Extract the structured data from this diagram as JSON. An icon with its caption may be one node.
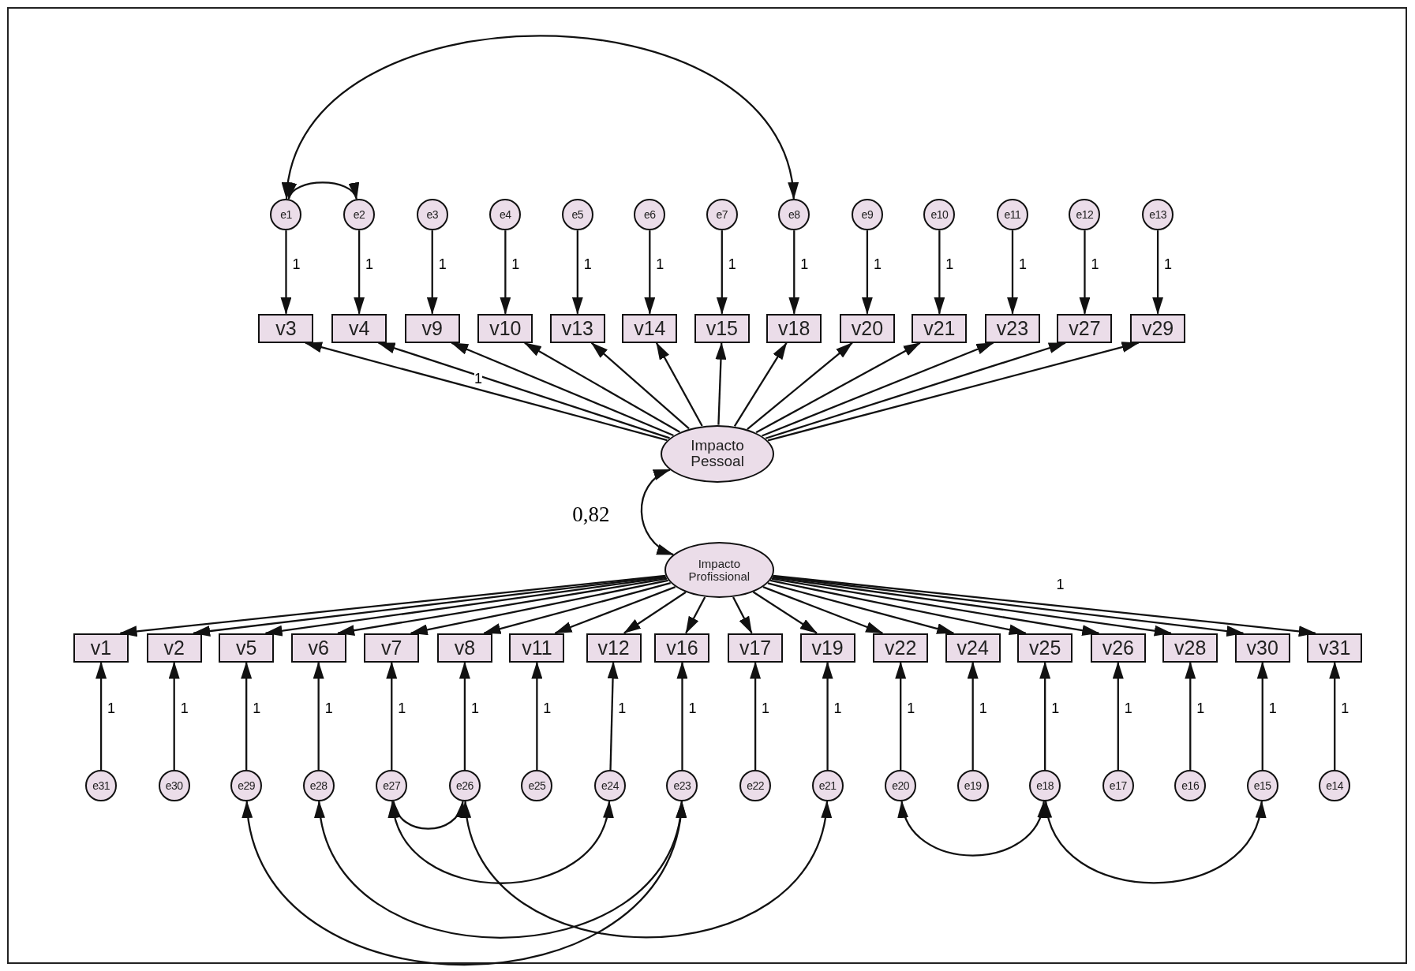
{
  "diagram": {
    "nodes": [
      {
        "text": [
          "e1"
        ]
      },
      {
        "text": [
          "e2"
        ]
      },
      {
        "text": [
          "e3"
        ]
      },
      {
        "text": [
          "e4"
        ]
      },
      {
        "text": [
          "e5"
        ]
      },
      {
        "text": [
          "e6"
        ]
      },
      {
        "text": [
          "e7"
        ]
      },
      {
        "text": [
          "e8"
        ]
      },
      {
        "text": [
          "e9"
        ]
      },
      {
        "text": [
          "e10"
        ]
      },
      {
        "text": [
          "e11"
        ]
      },
      {
        "text": [
          "e12"
        ]
      },
      {
        "text": [
          "e13"
        ]
      },
      {
        "text": [
          "v3"
        ]
      },
      {
        "text": [
          "v4"
        ]
      },
      {
        "text": [
          "v9"
        ]
      },
      {
        "text": [
          "v10"
        ]
      },
      {
        "text": [
          "v13"
        ]
      },
      {
        "text": [
          "v14"
        ]
      },
      {
        "text": [
          "v15"
        ]
      },
      {
        "text": [
          "v18"
        ]
      },
      {
        "text": [
          "v20"
        ]
      },
      {
        "text": [
          "v21"
        ]
      },
      {
        "text": [
          "v23"
        ]
      },
      {
        "text": [
          "v27"
        ]
      },
      {
        "text": [
          "v29"
        ]
      },
      {
        "text": [
          "Impacto Pessoal"
        ]
      },
      {
        "text": [
          "Impacto Profissional"
        ]
      },
      {
        "text": [
          "v1"
        ]
      },
      {
        "text": [
          "v2"
        ]
      },
      {
        "text": [
          "v5"
        ]
      },
      {
        "text": [
          "v6"
        ]
      },
      {
        "text": [
          "v7"
        ]
      },
      {
        "text": [
          "v8"
        ]
      },
      {
        "text": [
          "v11"
        ]
      },
      {
        "text": [
          "v12"
        ]
      },
      {
        "text": [
          "v16"
        ]
      },
      {
        "text": [
          "v17"
        ]
      },
      {
        "text": [
          "v19"
        ]
      },
      {
        "text": [
          "v22"
        ]
      },
      {
        "text": [
          "v24"
        ]
      },
      {
        "text": [
          "v25"
        ]
      },
      {
        "text": [
          "v26"
        ]
      },
      {
        "text": [
          "v28"
        ]
      },
      {
        "text": [
          "v30"
        ]
      },
      {
        "text": [
          "v31"
        ]
      },
      {
        "text": [
          "e31"
        ]
      },
      {
        "text": [
          "e30"
        ]
      },
      {
        "text": [
          "e29"
        ]
      },
      {
        "text": [
          "e28"
        ]
      },
      {
        "text": [
          "e27"
        ]
      },
      {
        "text": [
          "e26"
        ]
      },
      {
        "text": [
          "e25"
        ]
      },
      {
        "text": [
          "e24"
        ]
      },
      {
        "text": [
          "e23"
        ]
      },
      {
        "text": [
          "e22"
        ]
      },
      {
        "text": [
          "e21"
        ]
      },
      {
        "text": [
          "e20"
        ]
      },
      {
        "text": [
          "e19"
        ]
      },
      {
        "text": [
          "e18"
        ]
      },
      {
        "text": [
          "e17"
        ]
      },
      {
        "text": [
          "e16"
        ]
      },
      {
        "text": [
          "e15"
        ]
      },
      {
        "text": [
          "e14"
        ]
      }
    ],
    "edges": [
      {
        "from": 0,
        "to": 1,
        "arrow": "both"
      },
      {
        "from": 0,
        "to": 7,
        "arrow": "both"
      },
      {
        "from": 0,
        "to": 13,
        "arrow": "to",
        "label": "1"
      },
      {
        "from": 1,
        "to": 14,
        "arrow": "to",
        "label": "1"
      },
      {
        "from": 2,
        "to": 15,
        "arrow": "to",
        "label": "1"
      },
      {
        "from": 3,
        "to": 16,
        "arrow": "to",
        "label": "1"
      },
      {
        "from": 4,
        "to": 17,
        "arrow": "to",
        "label": "1"
      },
      {
        "from": 5,
        "to": 18,
        "arrow": "to",
        "label": "1"
      },
      {
        "from": 6,
        "to": 19,
        "arrow": "to",
        "label": "1"
      },
      {
        "from": 7,
        "to": 20,
        "arrow": "to",
        "label": "1"
      },
      {
        "from": 8,
        "to": 21,
        "arrow": "to",
        "label": "1"
      },
      {
        "from": 9,
        "to": 22,
        "arrow": "to",
        "label": "1"
      },
      {
        "from": 10,
        "to": 23,
        "arrow": "to",
        "label": "1"
      },
      {
        "from": 11,
        "to": 24,
        "arrow": "to",
        "label": "1"
      },
      {
        "from": 12,
        "to": 25,
        "arrow": "to",
        "label": "1"
      },
      {
        "from": 26,
        "to": 13,
        "arrow": "to"
      },
      {
        "from": 26,
        "to": 14,
        "arrow": "to"
      },
      {
        "from": 26,
        "to": 15,
        "arrow": "to",
        "label": "1"
      },
      {
        "from": 26,
        "to": 16,
        "arrow": "to"
      },
      {
        "from": 26,
        "to": 17,
        "arrow": "to"
      },
      {
        "from": 26,
        "to": 18,
        "arrow": "to"
      },
      {
        "from": 26,
        "to": 19,
        "arrow": "to"
      },
      {
        "from": 26,
        "to": 20,
        "arrow": "to"
      },
      {
        "from": 26,
        "to": 21,
        "arrow": "to"
      },
      {
        "from": 26,
        "to": 22,
        "arrow": "to"
      },
      {
        "from": 26,
        "to": 23,
        "arrow": "to"
      },
      {
        "from": 26,
        "to": 24,
        "arrow": "to"
      },
      {
        "from": 26,
        "to": 25,
        "arrow": "to"
      },
      {
        "from": 26,
        "to": 27,
        "arrow": "both",
        "label": "0,82"
      },
      {
        "from": 27,
        "to": 28,
        "arrow": "to"
      },
      {
        "from": 27,
        "to": 29,
        "arrow": "to"
      },
      {
        "from": 27,
        "to": 30,
        "arrow": "to"
      },
      {
        "from": 27,
        "to": 31,
        "arrow": "to"
      },
      {
        "from": 27,
        "to": 32,
        "arrow": "to"
      },
      {
        "from": 27,
        "to": 33,
        "arrow": "to"
      },
      {
        "from": 27,
        "to": 34,
        "arrow": "to"
      },
      {
        "from": 27,
        "to": 35,
        "arrow": "to"
      },
      {
        "from": 27,
        "to": 36,
        "arrow": "to"
      },
      {
        "from": 27,
        "to": 37,
        "arrow": "to"
      },
      {
        "from": 27,
        "to": 38,
        "arrow": "to"
      },
      {
        "from": 27,
        "to": 39,
        "arrow": "to"
      },
      {
        "from": 27,
        "to": 40,
        "arrow": "to"
      },
      {
        "from": 27,
        "to": 41,
        "arrow": "to"
      },
      {
        "from": 27,
        "to": 42,
        "arrow": "to"
      },
      {
        "from": 27,
        "to": 43,
        "arrow": "to"
      },
      {
        "from": 27,
        "to": 44,
        "arrow": "to"
      },
      {
        "from": 27,
        "to": 45,
        "arrow": "to",
        "label": "1"
      },
      {
        "from": 46,
        "to": 28,
        "arrow": "to",
        "label": "1"
      },
      {
        "from": 47,
        "to": 29,
        "arrow": "to",
        "label": "1"
      },
      {
        "from": 48,
        "to": 30,
        "arrow": "to",
        "label": "1"
      },
      {
        "from": 49,
        "to": 31,
        "arrow": "to",
        "label": "1"
      },
      {
        "from": 50,
        "to": 32,
        "arrow": "to",
        "label": "1"
      },
      {
        "from": 51,
        "to": 33,
        "arrow": "to",
        "label": "1"
      },
      {
        "from": 52,
        "to": 34,
        "arrow": "to",
        "label": "1"
      },
      {
        "from": 53,
        "to": 35,
        "arrow": "to",
        "label": "1"
      },
      {
        "from": 54,
        "to": 36,
        "arrow": "to",
        "label": "1"
      },
      {
        "from": 55,
        "to": 37,
        "arrow": "to",
        "label": "1"
      },
      {
        "from": 56,
        "to": 38,
        "arrow": "to",
        "label": "1"
      },
      {
        "from": 57,
        "to": 39,
        "arrow": "to",
        "label": "1"
      },
      {
        "from": 58,
        "to": 40,
        "arrow": "to",
        "label": "1"
      },
      {
        "from": 59,
        "to": 41,
        "arrow": "to",
        "label": "1"
      },
      {
        "from": 60,
        "to": 42,
        "arrow": "to",
        "label": "1"
      },
      {
        "from": 61,
        "to": 43,
        "arrow": "to",
        "label": "1"
      },
      {
        "from": 62,
        "to": 44,
        "arrow": "to",
        "label": "1"
      },
      {
        "from": 63,
        "to": 45,
        "arrow": "to",
        "label": "1"
      },
      {
        "from": 48,
        "to": 54,
        "arrow": "both"
      },
      {
        "from": 49,
        "to": 54,
        "arrow": "both"
      },
      {
        "from": 50,
        "to": 51,
        "arrow": "both"
      },
      {
        "from": 50,
        "to": 53,
        "arrow": "both"
      },
      {
        "from": 51,
        "to": 56,
        "arrow": "both"
      },
      {
        "from": 57,
        "to": 59,
        "arrow": "both"
      },
      {
        "from": 59,
        "to": 62,
        "arrow": "both"
      }
    ]
  }
}
